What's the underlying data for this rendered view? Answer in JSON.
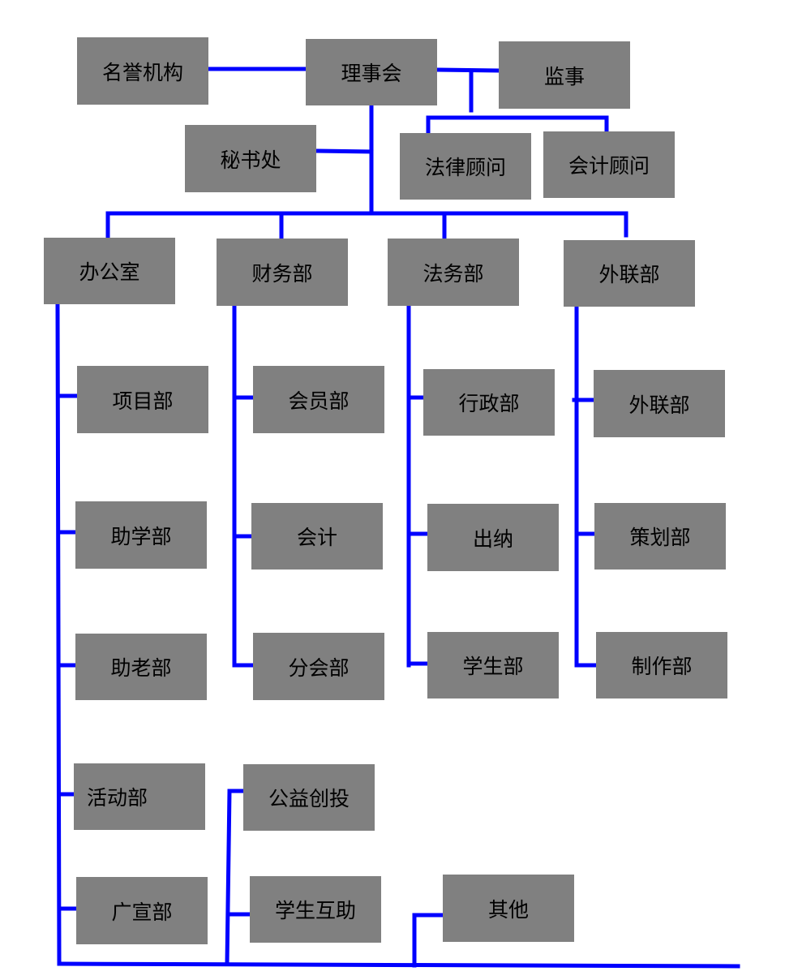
{
  "colors": {
    "box": "#808080",
    "line": "#0000ff",
    "text": "#000000"
  },
  "nodes": {
    "honor": "名誉机构",
    "board": "理事会",
    "supervisor": "监事",
    "secretariat": "秘书处",
    "legal_advisor": "法律顾问",
    "accounting_advisor": "会计顾问",
    "office": "办公室",
    "finance": "财务部",
    "legal": "法务部",
    "external": "外联部",
    "projects": "项目部",
    "members": "会员部",
    "admin": "行政部",
    "external_sub": "外联部",
    "study_aid": "助学部",
    "accounting": "会计",
    "cashier": "出纳",
    "planning": "策划部",
    "elder_aid": "助老部",
    "branch": "分会部",
    "students": "学生部",
    "production": "制作部",
    "activities": "活动部",
    "venture": "公益创投",
    "publicity": "广宣部",
    "student_mutual": "学生互助",
    "other": "其他"
  }
}
